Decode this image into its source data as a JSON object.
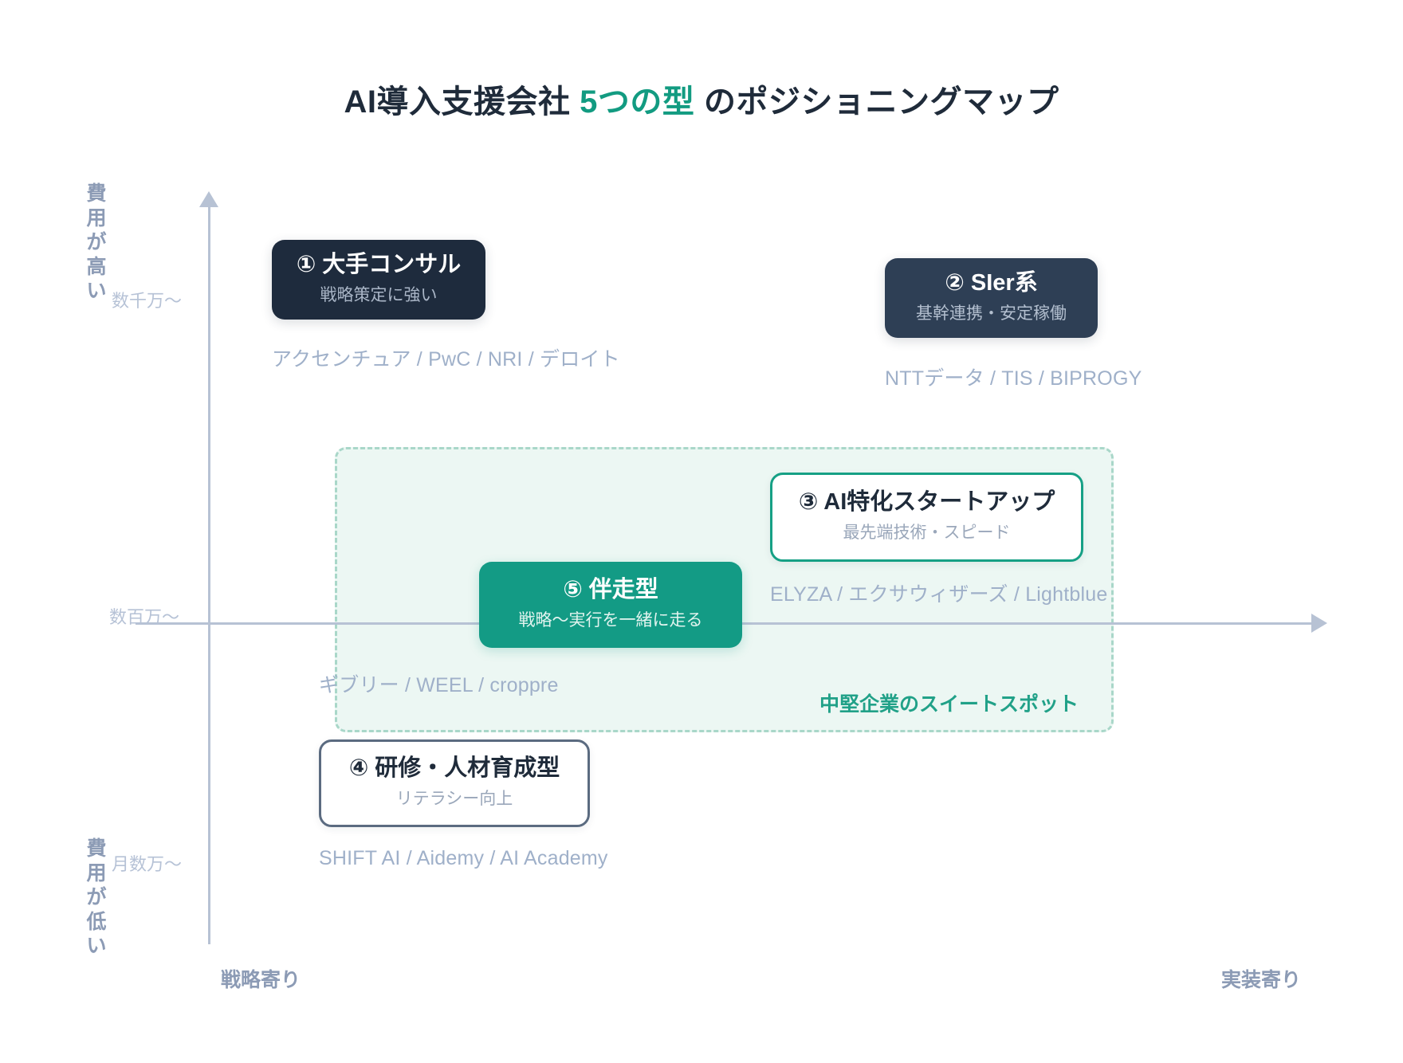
{
  "title": {
    "prefix": "AI導入支援会社 ",
    "accent": "5つの型",
    "suffix": " のポジショニングマップ"
  },
  "axes": {
    "y_high_label": "費用が高い",
    "y_low_label": "費用が低い",
    "y_ticks": [
      "数千万〜",
      "数百万〜",
      "月数万〜"
    ],
    "x_left_label": "戦略寄り",
    "x_right_label": "実装寄り"
  },
  "sweet_spot": {
    "label": "中堅企業のスイートスポット",
    "fill_color": "#ecf7f3",
    "border_color": "#a9d7c9"
  },
  "cards": [
    {
      "id": "1",
      "title": "① 大手コンサル",
      "subtitle": "戦略策定に強い",
      "companies": "アクセンチュア / PwC / NRI / デロイト",
      "style": "dark",
      "fill_color": "#1e2b3d"
    },
    {
      "id": "2",
      "title": "② SIer系",
      "subtitle": "基幹連携・安定稼働",
      "companies": "NTTデータ / TIS / BIPROGY",
      "style": "dark-slate",
      "fill_color": "#2e3f55"
    },
    {
      "id": "3",
      "title": "③ AI特化スタートアップ",
      "subtitle": "最先端技術・スピード",
      "companies": "ELYZA / エクサウィザーズ / Lightblue",
      "style": "teal-outline",
      "border_color": "#16a085"
    },
    {
      "id": "4",
      "title": "④ 研修・人材育成型",
      "subtitle": "リテラシー向上",
      "companies": "SHIFT AI / Aidemy / AI Academy",
      "style": "slate-outline",
      "border_color": "#5b6b80"
    },
    {
      "id": "5",
      "title": "⑤ 伴走型",
      "subtitle": "戦略〜実行を一緒に走る",
      "companies": "ギブリー / WEEL / croppre",
      "style": "teal-fill",
      "fill_color": "#139b85"
    }
  ],
  "colors": {
    "accent_teal": "#129b81",
    "axis_gray": "#b7c2d4",
    "caption_gray": "#9fb0c9",
    "title_dark": "#1f2b3a"
  }
}
